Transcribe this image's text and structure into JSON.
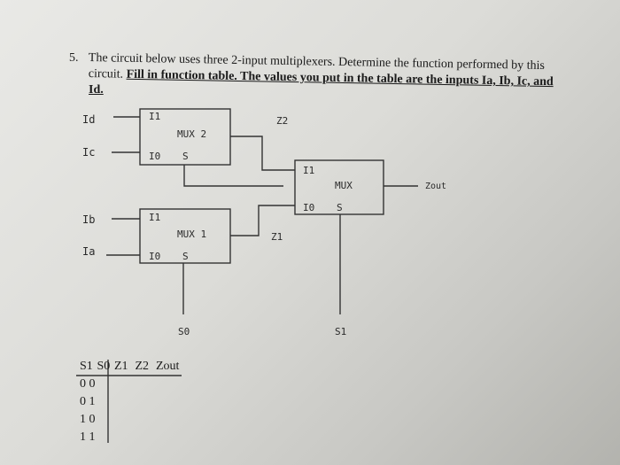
{
  "question": {
    "number": "5.",
    "line1_a": "The circuit below uses three 2-input multiplexers. Determine the function performed by this",
    "line2_a": "circuit.",
    "line2_b": "Fill in function table. The values you put in the table are the inputs Ia, Ib, Ic, and",
    "line3": "Id."
  },
  "circuit": {
    "inputs": {
      "id": "Id",
      "ic": "Ic",
      "ib": "Ib",
      "ia": "Ia"
    },
    "mux2": {
      "title": "MUX 2",
      "i1": "I1",
      "i0": "I0",
      "s": "S"
    },
    "mux1": {
      "title": "MUX 1",
      "i1": "I1",
      "i0": "I0",
      "s": "S"
    },
    "mux_out": {
      "title": "MUX",
      "i1": "I1",
      "i0": "I0",
      "s": "S"
    },
    "z2": "Z2",
    "z1": "Z1",
    "zout": "Zout",
    "s0": "S0",
    "s1": "S1"
  },
  "table": {
    "headers": [
      "S1",
      "S0",
      "Z1",
      "Z2",
      "Zout"
    ],
    "rows": [
      [
        "0",
        "0"
      ],
      [
        "0",
        "1"
      ],
      [
        "1",
        "0"
      ],
      [
        "1",
        "1"
      ]
    ]
  }
}
